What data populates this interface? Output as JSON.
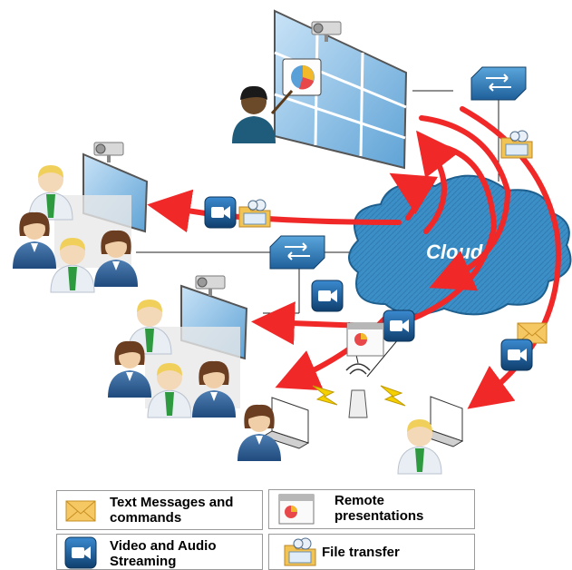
{
  "diagram": {
    "cloud_label": "Cloud"
  },
  "legend": {
    "text_messages": "Text Messages and commands",
    "text_messages_line1": "Text Messages and",
    "text_messages_line2": "commands",
    "remote_presentations_line1": "Remote",
    "remote_presentations_line2": "presentations",
    "video_line1": "Video and Audio",
    "video_line2": "Streaming",
    "file_transfer": "File transfer"
  },
  "colors": {
    "arrow": "#f02828",
    "cloud": "#3a8fc8",
    "cloud_dark": "#1e5f8e",
    "video_icon": "#1b5f95",
    "envelope": "#f4c257",
    "bolt": "#f5d000"
  },
  "icons": [
    "video-camera-icon",
    "envelope-icon",
    "folder-icon",
    "presentation-icon",
    "network-switch-icon",
    "wifi-access-point-icon",
    "laptop-icon",
    "projector-icon",
    "video-wall-icon"
  ]
}
